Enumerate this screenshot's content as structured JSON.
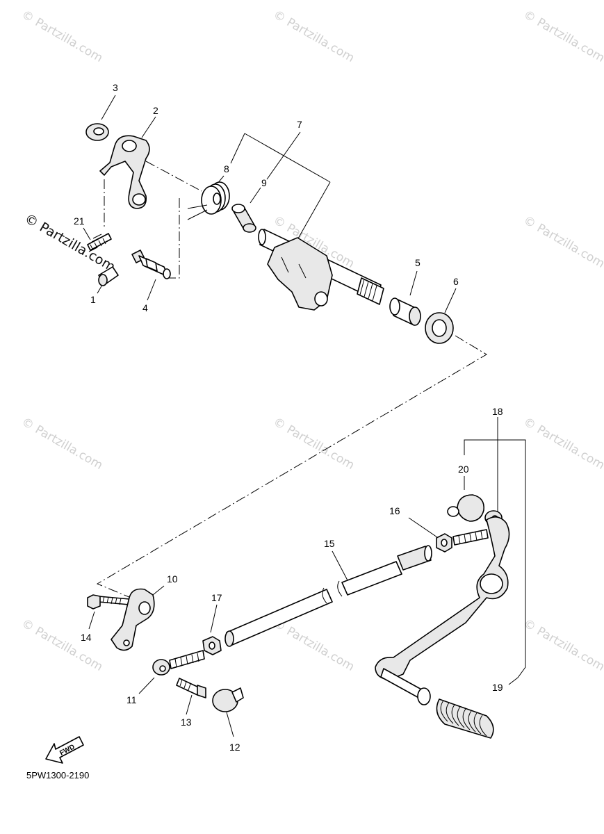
{
  "watermark": {
    "text": "© Partzilla.com"
  },
  "brand_mark": {
    "text": "© Partzilla.com"
  },
  "diagram_code": "5PW1300-2190",
  "fwd_label": "FWD",
  "callouts": [
    "1",
    "2",
    "3",
    "4",
    "5",
    "6",
    "7",
    "8",
    "9",
    "10",
    "11",
    "12",
    "13",
    "14",
    "15",
    "16",
    "17",
    "18",
    "19",
    "20",
    "21"
  ]
}
